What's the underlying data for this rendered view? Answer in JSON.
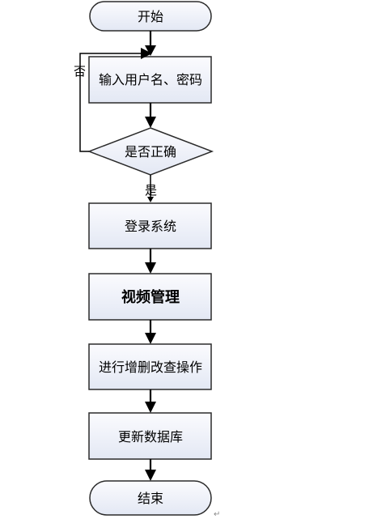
{
  "flowchart": {
    "start": "开始",
    "input": "输入用户名、密码",
    "decision": "是否正确",
    "yes_label": "是",
    "no_label": "否",
    "login": "登录系统",
    "video_manage": "视频管理",
    "crud": "进行增删改查操作",
    "update_db": "更新数据库",
    "end": "结束"
  },
  "colors": {
    "box_fill_top": "#fbfbfe",
    "box_fill_bottom": "#e3e8f4",
    "stroke": "#2b2b2b"
  },
  "document": {
    "paragraph_mark": "↵"
  }
}
